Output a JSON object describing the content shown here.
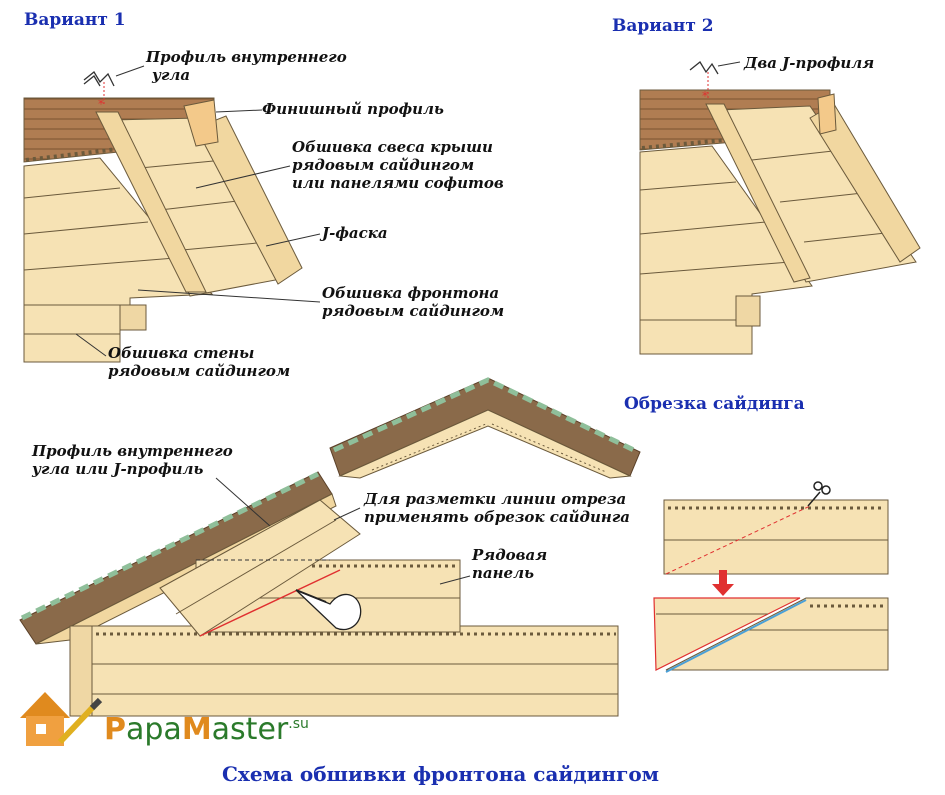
{
  "variant1": {
    "title": "Вариант 1",
    "labels": {
      "inner_corner": [
        "Профиль внутреннего",
        "угла"
      ],
      "finish_profile": "Финишный профиль",
      "eave_cladding": [
        "Обшивка свеса крыши",
        "рядовым сайдингом",
        "или панелями софитов"
      ],
      "j_chamfer": "J-фаска",
      "gable_cladding": [
        "Обшивка фронтона",
        "рядовым сайдингом"
      ],
      "wall_cladding": [
        "Обшивка стены",
        "рядовым сайдингом"
      ]
    }
  },
  "variant2": {
    "title": "Вариант 2",
    "labels": {
      "two_j": "Два J-профиля"
    }
  },
  "trim": {
    "title": "Обрезка сайдинга",
    "labels": {
      "corner_or_j": [
        "Профиль внутреннего",
        "угла или J-профиль"
      ],
      "marking": [
        "Для разметки линии отреза",
        "применять обрезок сайдинга"
      ],
      "row_panel": [
        "Рядовая",
        "панель"
      ]
    }
  },
  "footer_title": "Схема обшивки фронтона сайдингом",
  "logo": {
    "first": "P",
    "mid1": "apa",
    "second": "M",
    "mid2": "aster",
    "suffix": ".su"
  },
  "colors": {
    "siding": "#f6e2b4",
    "siding_line": "#6b5a3c",
    "roof_brown": "#8a6a4a",
    "roof_green": "#8fbf9a",
    "heading_blue": "#1a2fb0",
    "cut_red": "#e03030"
  }
}
